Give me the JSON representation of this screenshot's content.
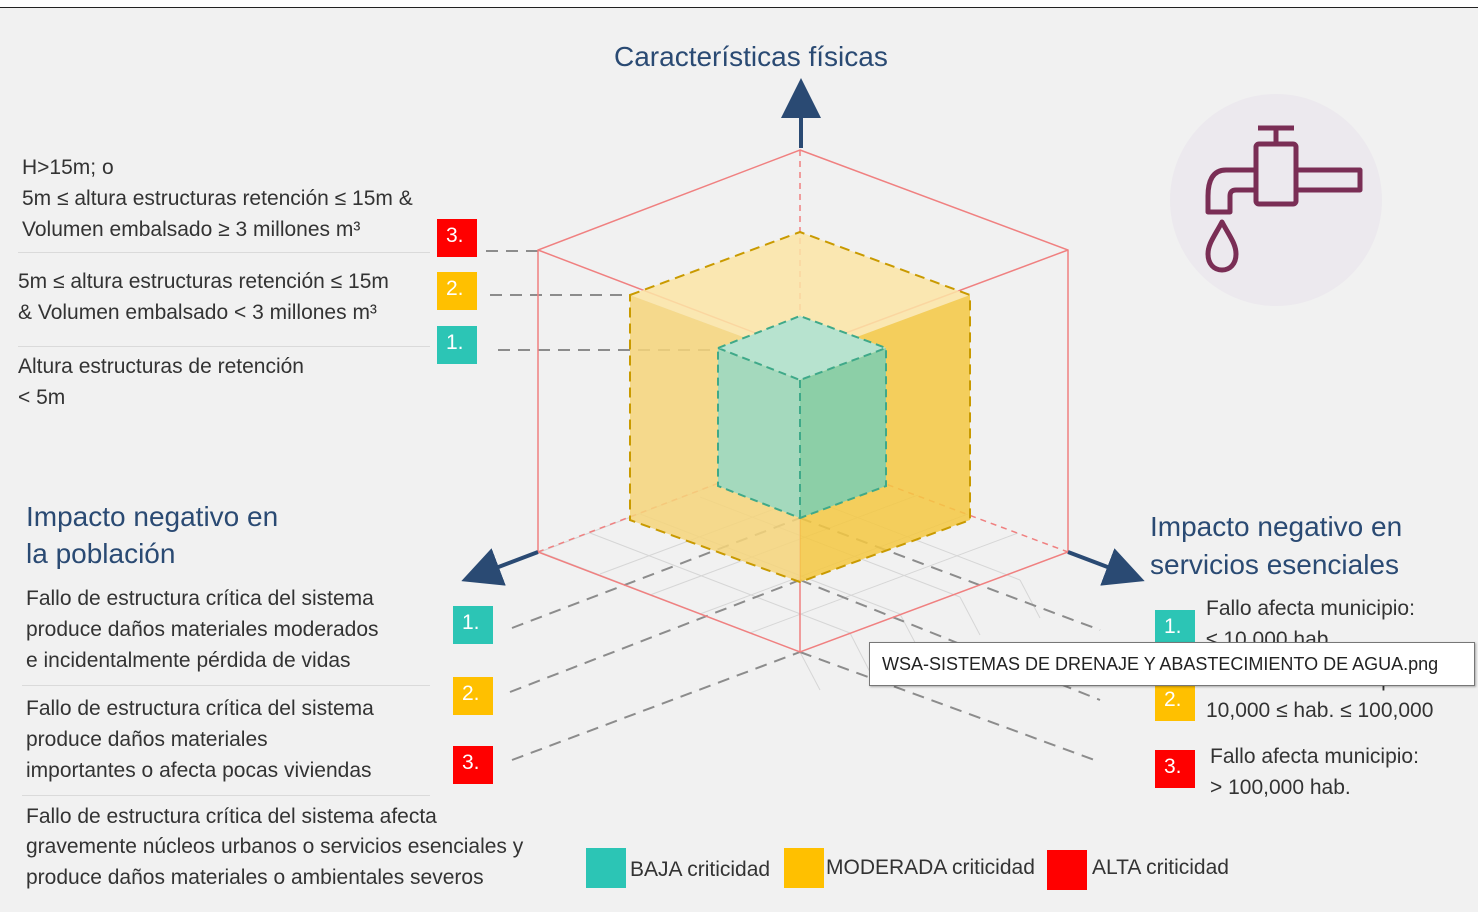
{
  "colors": {
    "baja": "#2cc5b5",
    "moderada": "#ffc000",
    "alta": "#ff0000",
    "title": "#2a4a73",
    "icon": "#7a2e55"
  },
  "axis_title_top": "Características físicas",
  "left_top": {
    "block3": [
      "H>15m; o",
      "5m ≤ altura estructuras retención ≤ 15m &",
      "Volumen embalsado ≥ 3 millones m³"
    ],
    "block2": [
      "5m ≤ altura estructuras retención ≤ 15m",
      "& Volumen embalsado < 3 millones m³"
    ],
    "block1": [
      "Altura estructuras de retención",
      "< 5m"
    ],
    "badges": [
      "3.",
      "2.",
      "1."
    ]
  },
  "poblacion": {
    "title": [
      "Impacto negativo en",
      "la población"
    ],
    "block1": [
      "Fallo de estructura crítica del sistema",
      "produce daños materiales moderados",
      "e incidentalmente pérdida de vidas"
    ],
    "block2": [
      "Fallo de estructura crítica del sistema",
      "produce daños materiales",
      "importantes o afecta pocas viviendas"
    ],
    "block3": [
      "Fallo de estructura crítica del sistema afecta",
      "gravemente núcleos urbanos o servicios esenciales y",
      "produce daños materiales o ambientales severos"
    ],
    "badges": [
      "1.",
      "2.",
      "3."
    ]
  },
  "servicios": {
    "title": [
      "Impacto negativo en",
      "servicios esenciales"
    ],
    "block1": [
      "Fallo afecta municipio:",
      "≤ 10,000 hab."
    ],
    "block2": [
      "Fallo afecta municipio:",
      "10,000 ≤ hab. ≤ 100,000"
    ],
    "block3": [
      "Fallo afecta municipio:",
      "> 100,000 hab."
    ],
    "badges": [
      "1.",
      "2.",
      "3."
    ]
  },
  "legend": [
    {
      "strong": "BAJA",
      "rest": " criticidad"
    },
    {
      "strong": "MODERADA",
      "rest": " criticidad"
    },
    {
      "strong": "ALTA",
      "rest": " criticidad"
    }
  ],
  "tooltip": "WSA-SISTEMAS DE DRENAJE Y ABASTECIMIENTO DE AGUA.png",
  "icons": {
    "tap": "water-tap-icon"
  }
}
